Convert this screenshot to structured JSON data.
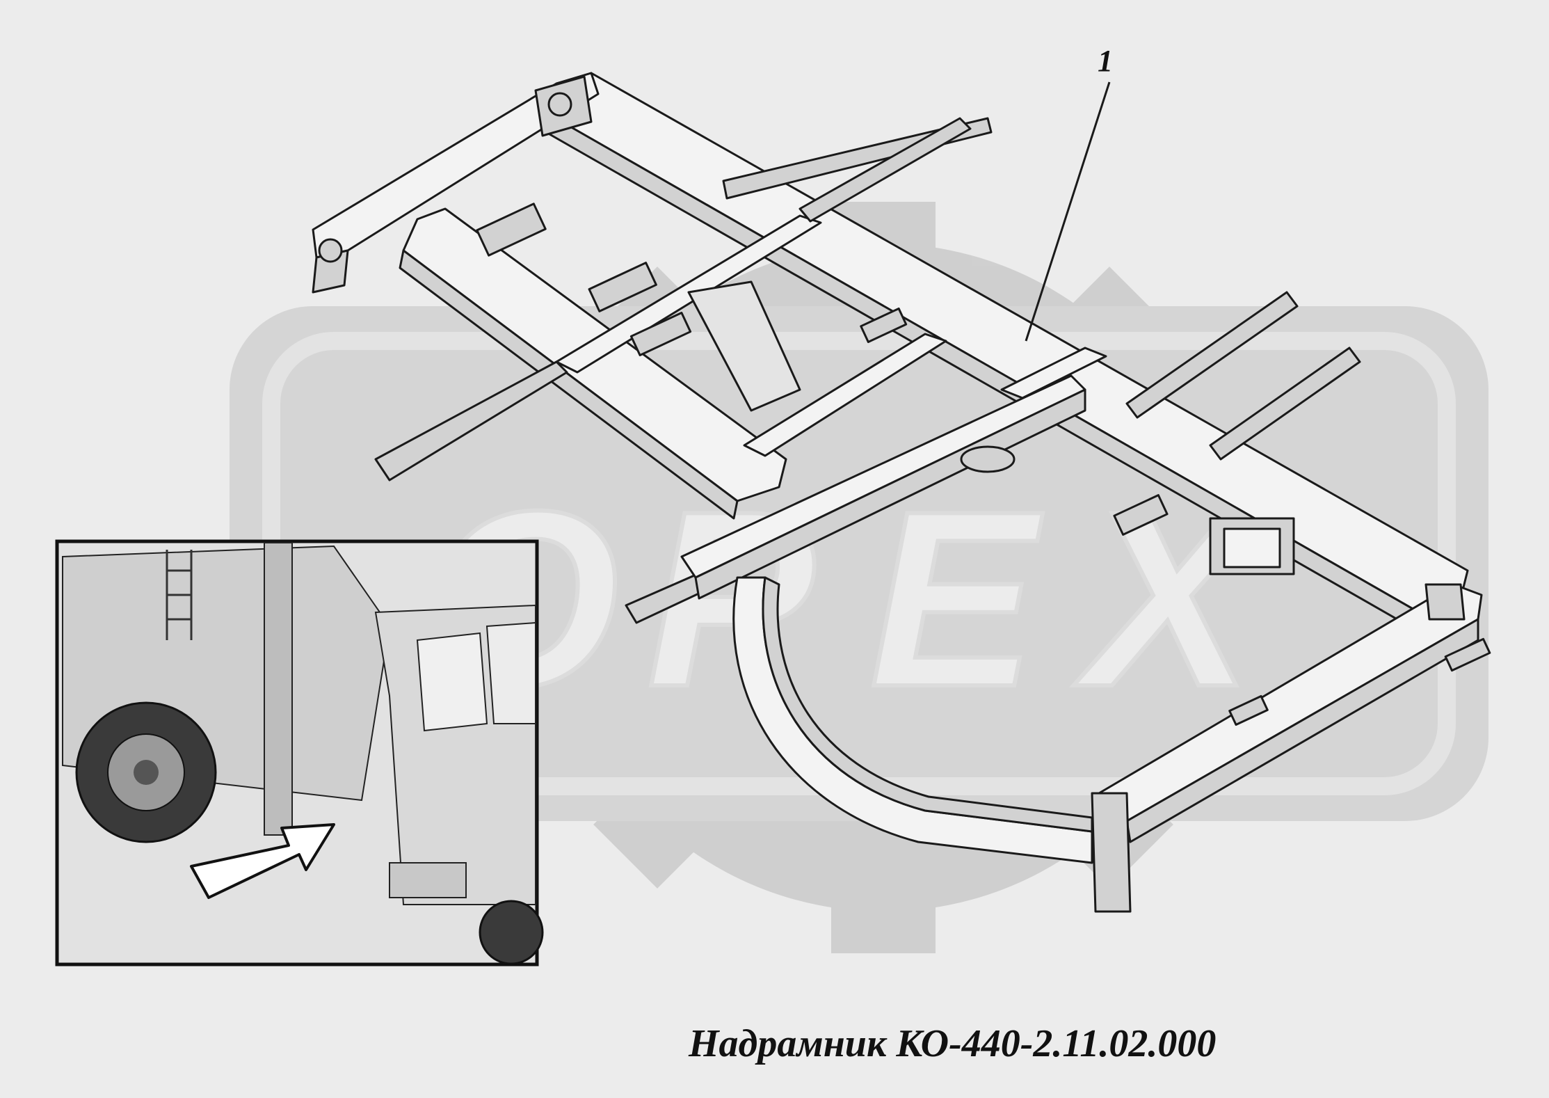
{
  "callout_label": "1",
  "caption": "Надрамник КО-440-2.11.02.000",
  "watermark_letters": [
    "O",
    "P",
    "E",
    "X"
  ],
  "colors": {
    "background": "#ececec",
    "watermark": "#b9b9b9",
    "line": "#1a1a1a",
    "fill": "#f3f3f3",
    "shade": "#d2d2d2"
  }
}
